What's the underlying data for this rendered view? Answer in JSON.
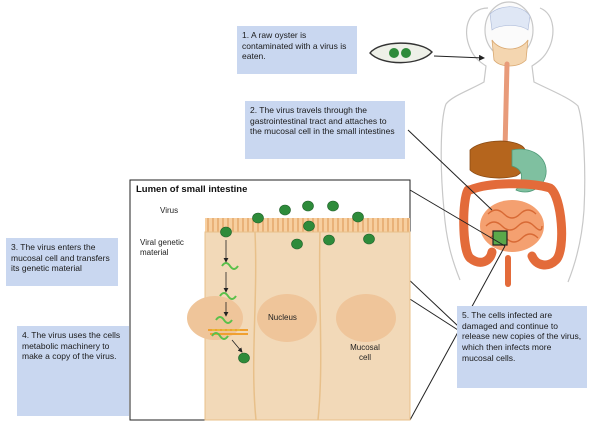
{
  "steps": {
    "s1": "1. A raw oyster is contaminated with a virus is eaten.",
    "s2": "2. The virus travels through the gastrointestinal tract and attaches to the mucosal cell in the small intestines",
    "s3": "3. The virus enters the mucosal cell and transfers its genetic material",
    "s4": "4. The virus uses the cells metabolic machinery to make a copy of the virus.",
    "s5": "5. The cells infected are damaged and continue to release new copies of the virus, which then infects more mucosal cells."
  },
  "inset": {
    "title": "Lumen of small intestine",
    "virus_label": "Virus",
    "genetic_label": "Viral genetic material",
    "nucleus_label": "Nucleus",
    "mucosal_label": "Mucosal cell"
  },
  "colors": {
    "note_bg": "#c9d7f0",
    "virus": "#2e8b3a",
    "cell": "#f2d9b8",
    "microvilli": "#e0a060",
    "intestine": "#f08a4a",
    "liver": "#b5651d",
    "stomach": "#7fc0a0"
  }
}
